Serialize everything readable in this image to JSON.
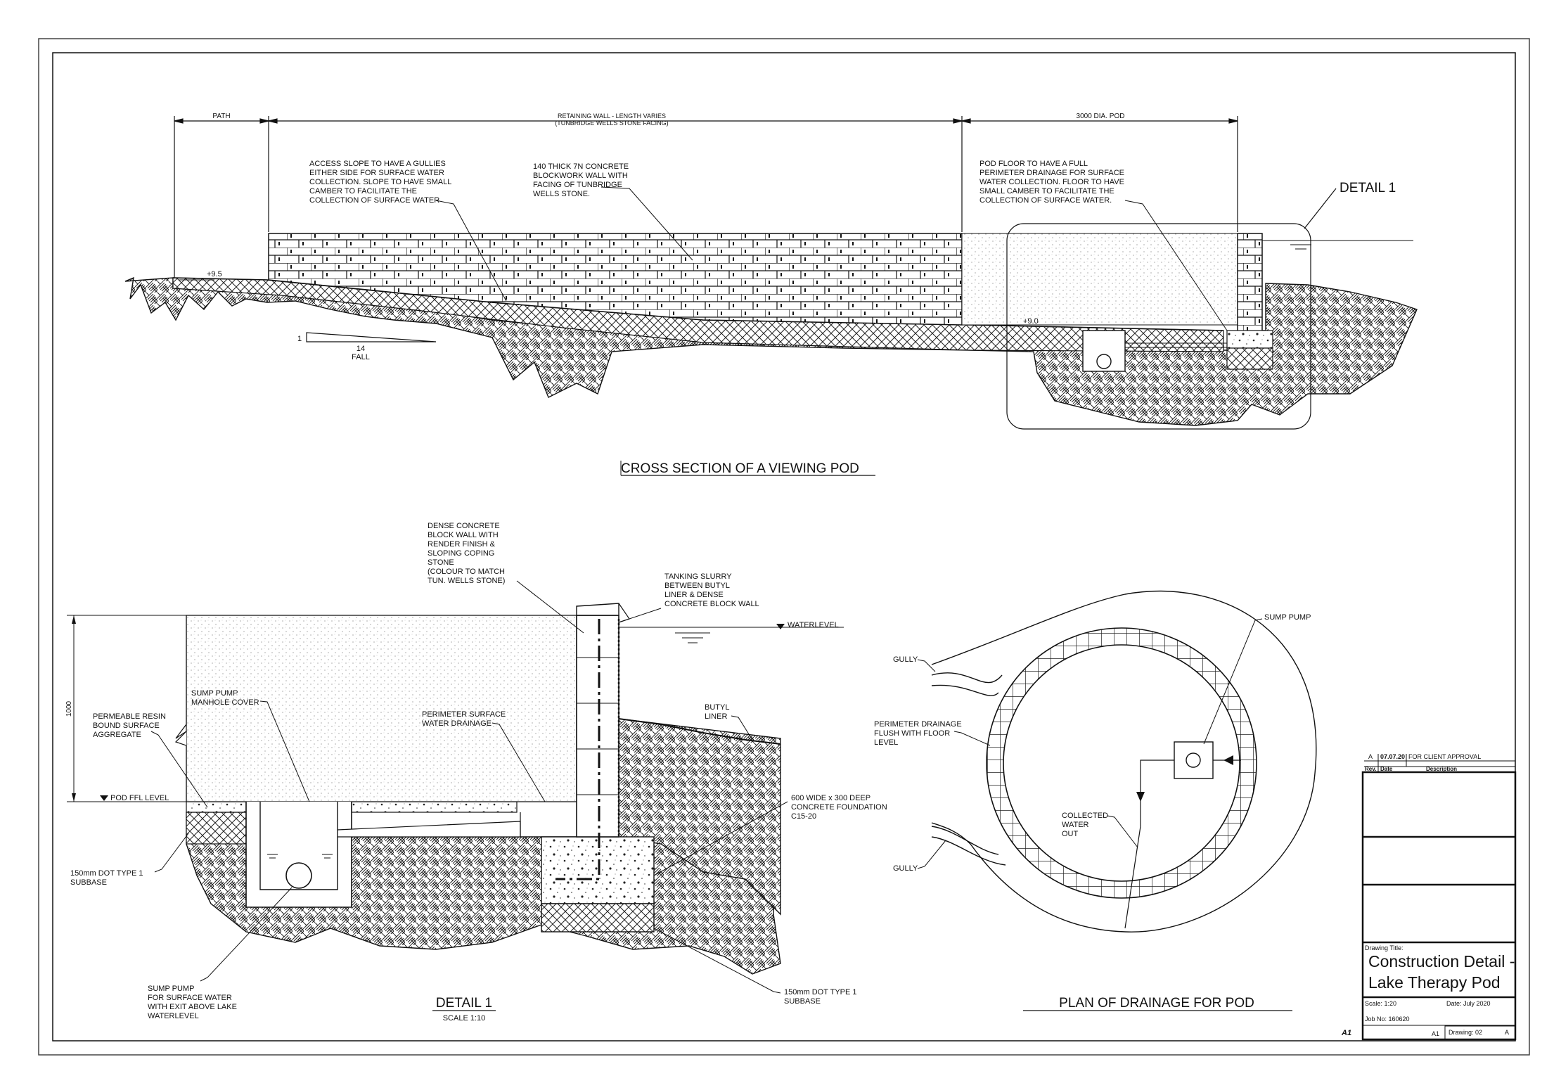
{
  "dimensions": {
    "path": "PATH",
    "retaining_wall_1": "RETAINING WALL - LENGTH VARIES",
    "retaining_wall_2": "(TUNBRIDGE WELLS STONE FACING)",
    "pod": "3000 DIA. POD"
  },
  "cross_section": {
    "note_access": [
      "ACCESS SLOPE TO HAVE A GULLIES",
      "EITHER SIDE FOR SURFACE WATER",
      "COLLECTION. SLOPE TO HAVE SMALL",
      "CAMBER TO FACILITATE THE",
      "COLLECTION OF SURFACE WATER"
    ],
    "note_wall": [
      "140 THICK 7N CONCRETE",
      "BLOCKWORK WALL WITH",
      "FACING OF TUNBRIDGE",
      "WELLS STONE."
    ],
    "note_floor": [
      "POD FLOOR TO HAVE A FULL",
      "PERIMETER DRAINAGE FOR SURFACE",
      "WATER COLLECTION. FLOOR TO HAVE",
      "SMALL CAMBER TO FACILITATE THE",
      "COLLECTION OF SURFACE WATER."
    ],
    "detail_callout": "DETAIL 1",
    "level_high": "+9.5",
    "level_low": "+9.0",
    "fall_rise": "1",
    "fall_run": "14",
    "fall_label": "FALL",
    "title": "CROSS SECTION OF A VIEWING POD"
  },
  "detail": {
    "note_blockwall": [
      "DENSE CONCRETE",
      "BLOCK WALL WITH",
      "RENDER FINISH &",
      "SLOPING COPING",
      "STONE",
      "(COLOUR TO MATCH",
      "TUN. WELLS STONE)"
    ],
    "note_tanking": [
      "TANKING SLURRY",
      "BETWEEN BUTYL",
      "LINER & DENSE",
      "CONCRETE BLOCK WALL"
    ],
    "waterlevel": "WATERLEVEL",
    "note_butyl": [
      "BUTYL",
      "LINER"
    ],
    "note_manhole": [
      "SUMP PUMP",
      "MANHOLE COVER"
    ],
    "note_perimeter": [
      "PERIMETER SURFACE",
      "WATER DRAINAGE"
    ],
    "note_resin": [
      "PERMEABLE RESIN",
      "BOUND SURFACE",
      "AGGREGATE"
    ],
    "height_dim": "1000",
    "ffl": "POD FFL LEVEL",
    "note_foundation": [
      "600 WIDE x 300 DEEP",
      "CONCRETE FOUNDATION",
      "C15-20"
    ],
    "note_subbase_left": [
      "150mm DOT TYPE 1",
      "SUBBASE"
    ],
    "note_sump": [
      "SUMP PUMP",
      "FOR SURFACE WATER",
      "WITH EXIT ABOVE LAKE",
      "WATERLEVEL"
    ],
    "note_subbase_right": [
      "150mm DOT TYPE 1",
      "SUBBASE"
    ],
    "title": "DETAIL 1",
    "scale": "SCALE 1:10"
  },
  "plan": {
    "gully_top": "GULLY",
    "gully_bottom": "GULLY",
    "sump_pump": "SUMP PUMP",
    "note_perimeter": [
      "PERIMETER DRAINAGE",
      "FLUSH WITH FLOOR",
      "LEVEL"
    ],
    "note_collected": [
      "COLLECTED",
      "WATER",
      "OUT"
    ],
    "title": "PLAN OF DRAINAGE FOR POD"
  },
  "title_block": {
    "rev": "A",
    "rev_date": "07.07.20",
    "rev_desc": "FOR CLIENT APPROVAL",
    "hdr_rev": "Rev.",
    "hdr_date": "Date",
    "hdr_desc": "Description",
    "drawing_title_label": "Drawing Title:",
    "drawing_title_1": "Construction Detail -",
    "drawing_title_2": "Lake Therapy Pod",
    "scale": "Scale: 1:20",
    "date": "Date: July 2020",
    "job_no": "Job No: 160620",
    "paper": "A1",
    "drawing_no": "Drawing: 02",
    "drawing_rev": "A",
    "sheet": "A1"
  }
}
